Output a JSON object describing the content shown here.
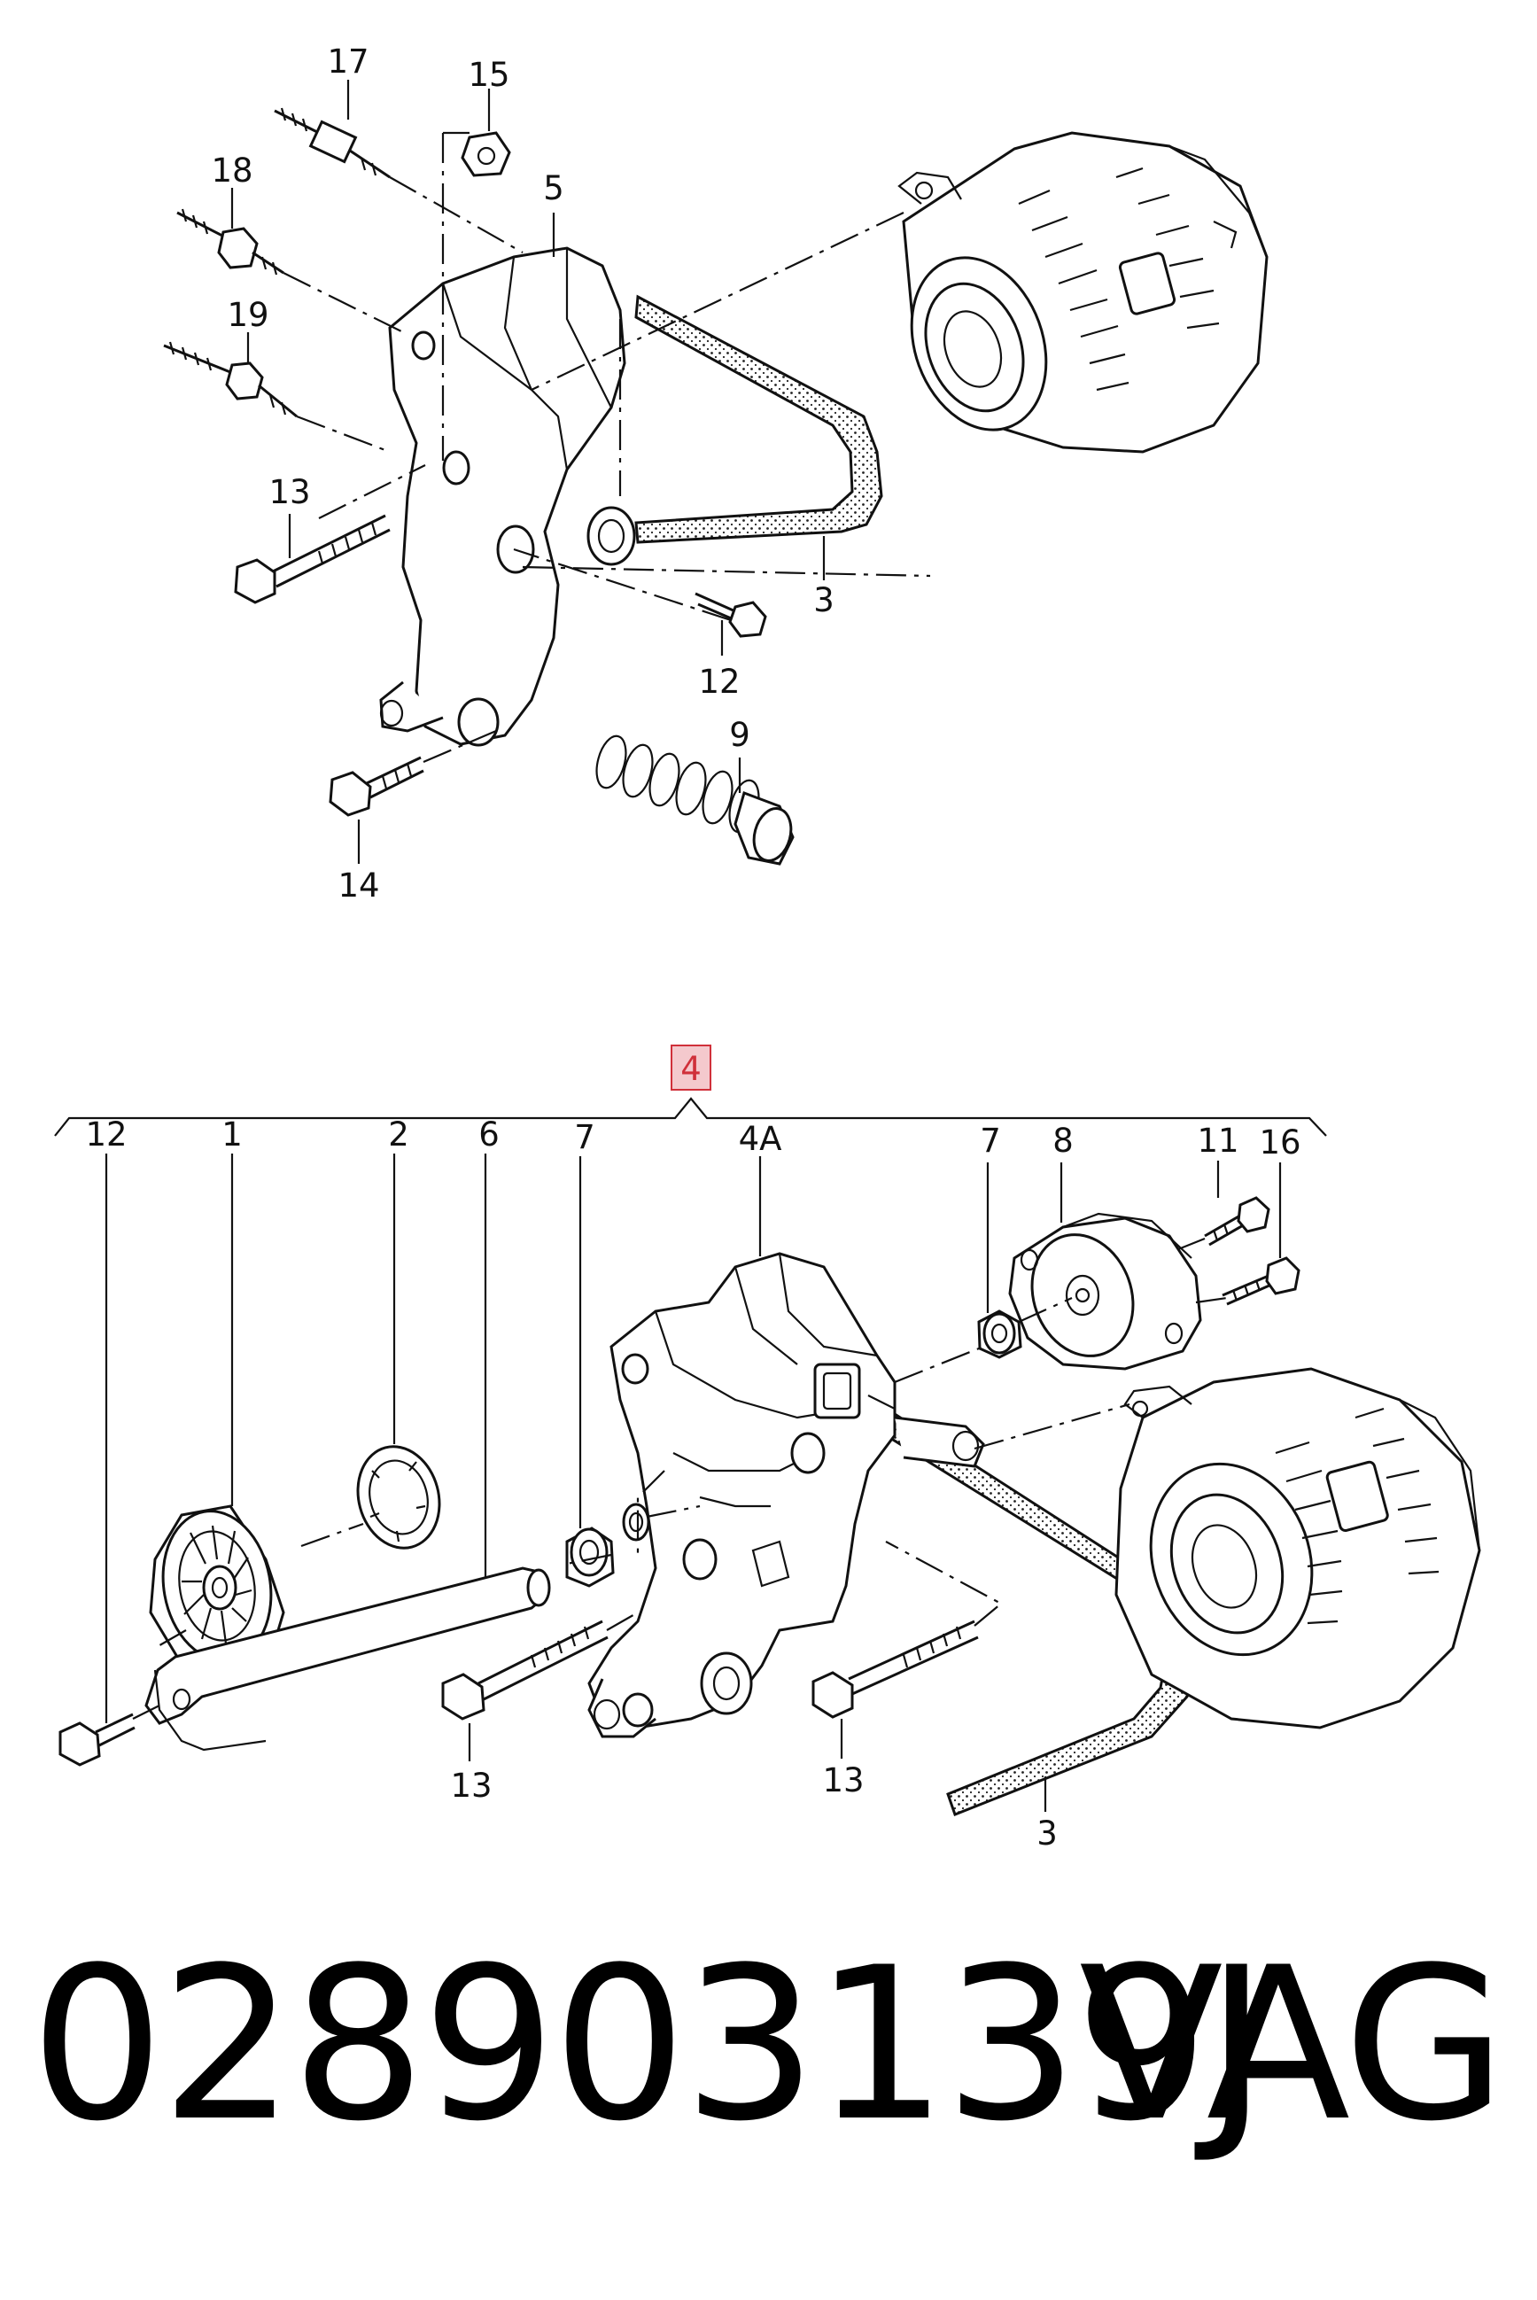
{
  "diagram": {
    "upper_callouts": [
      "17",
      "15",
      "18",
      "5",
      "19",
      "13",
      "3",
      "12",
      "9",
      "14"
    ],
    "lower_callouts": [
      "4",
      "12",
      "1",
      "2",
      "6",
      "7",
      "4A",
      "7",
      "8",
      "11",
      "16",
      "13",
      "13",
      "3"
    ],
    "highlighted_callout": "4",
    "highlight_color": "#f4c9cd",
    "highlight_border_color": "#d0303a"
  },
  "footer": {
    "part_number": "028903139J",
    "brand": "VAG"
  }
}
